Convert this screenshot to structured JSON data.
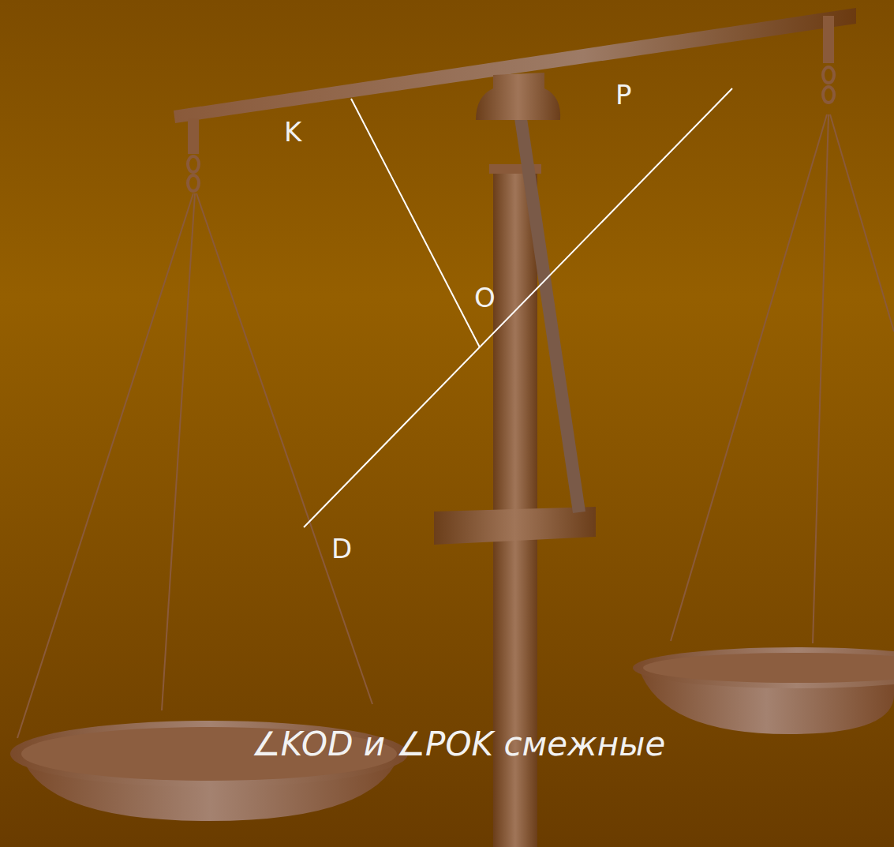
{
  "diagram": {
    "caption": "∠KOD и ∠POK смежные",
    "labels": [
      "K",
      "P",
      "O",
      "D"
    ]
  }
}
